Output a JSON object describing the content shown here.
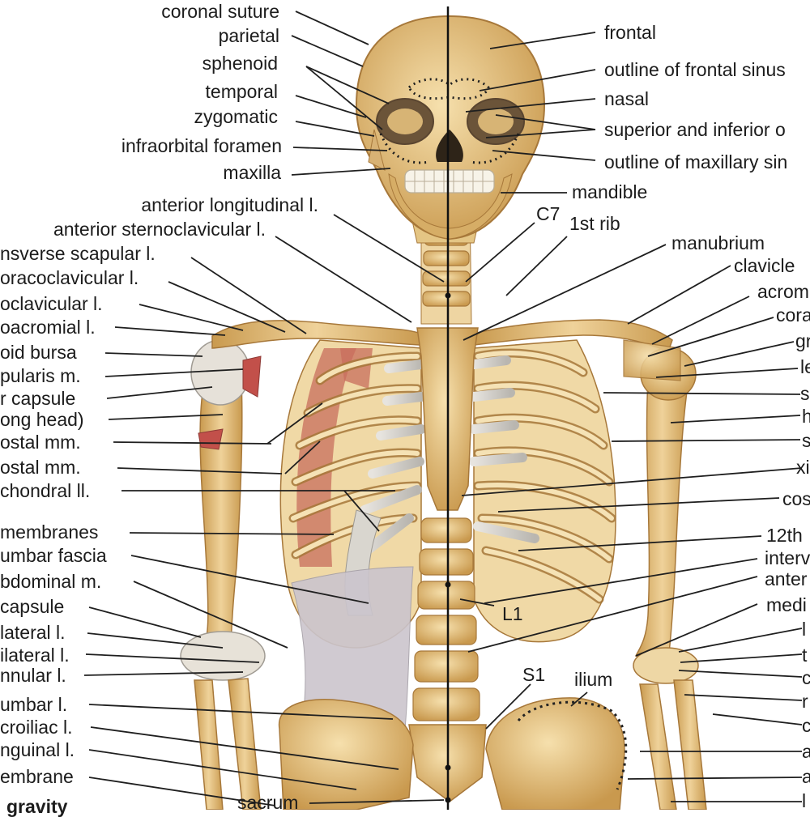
{
  "labels_left": [
    "coronal suture",
    "parietal",
    "sphenoid",
    "temporal",
    "zygomatic",
    "infraorbital foramen",
    "maxilla",
    "anterior longitudinal l.",
    "anterior sternoclavicular l.",
    "nsverse scapular l.",
    "oracoclavicular l.",
    "oclavicular l.",
    "oacromial l.",
    "oid bursa",
    "pularis m.",
    "r capsule",
    "ong head)",
    "ostal mm.",
    "ostal mm.",
    "chondral ll.",
    "membranes",
    "umbar fascia",
    "bdominal m.",
    "capsule",
    "lateral l.",
    "ilateral l.",
    "nnular l.",
    "umbar l.",
    "croiliac l.",
    "nguinal l.",
    "embrane",
    "gravity"
  ],
  "labels_right": [
    "frontal",
    "outline of frontal sinus",
    "nasal",
    "superior and inferior o",
    "outline of maxillary sin",
    "mandible",
    "1st rib",
    "manubrium",
    "clavicle",
    "acrom",
    "cora",
    "gr",
    "le",
    "s",
    "h",
    "s",
    "xi",
    "cos",
    "12th",
    "interv",
    "anter",
    "medi",
    "l",
    "t",
    "c",
    "r",
    "c",
    "a",
    "a",
    "l"
  ],
  "labels_center": [
    "C7",
    "L1",
    "S1",
    "ilium",
    "sacrum"
  ]
}
